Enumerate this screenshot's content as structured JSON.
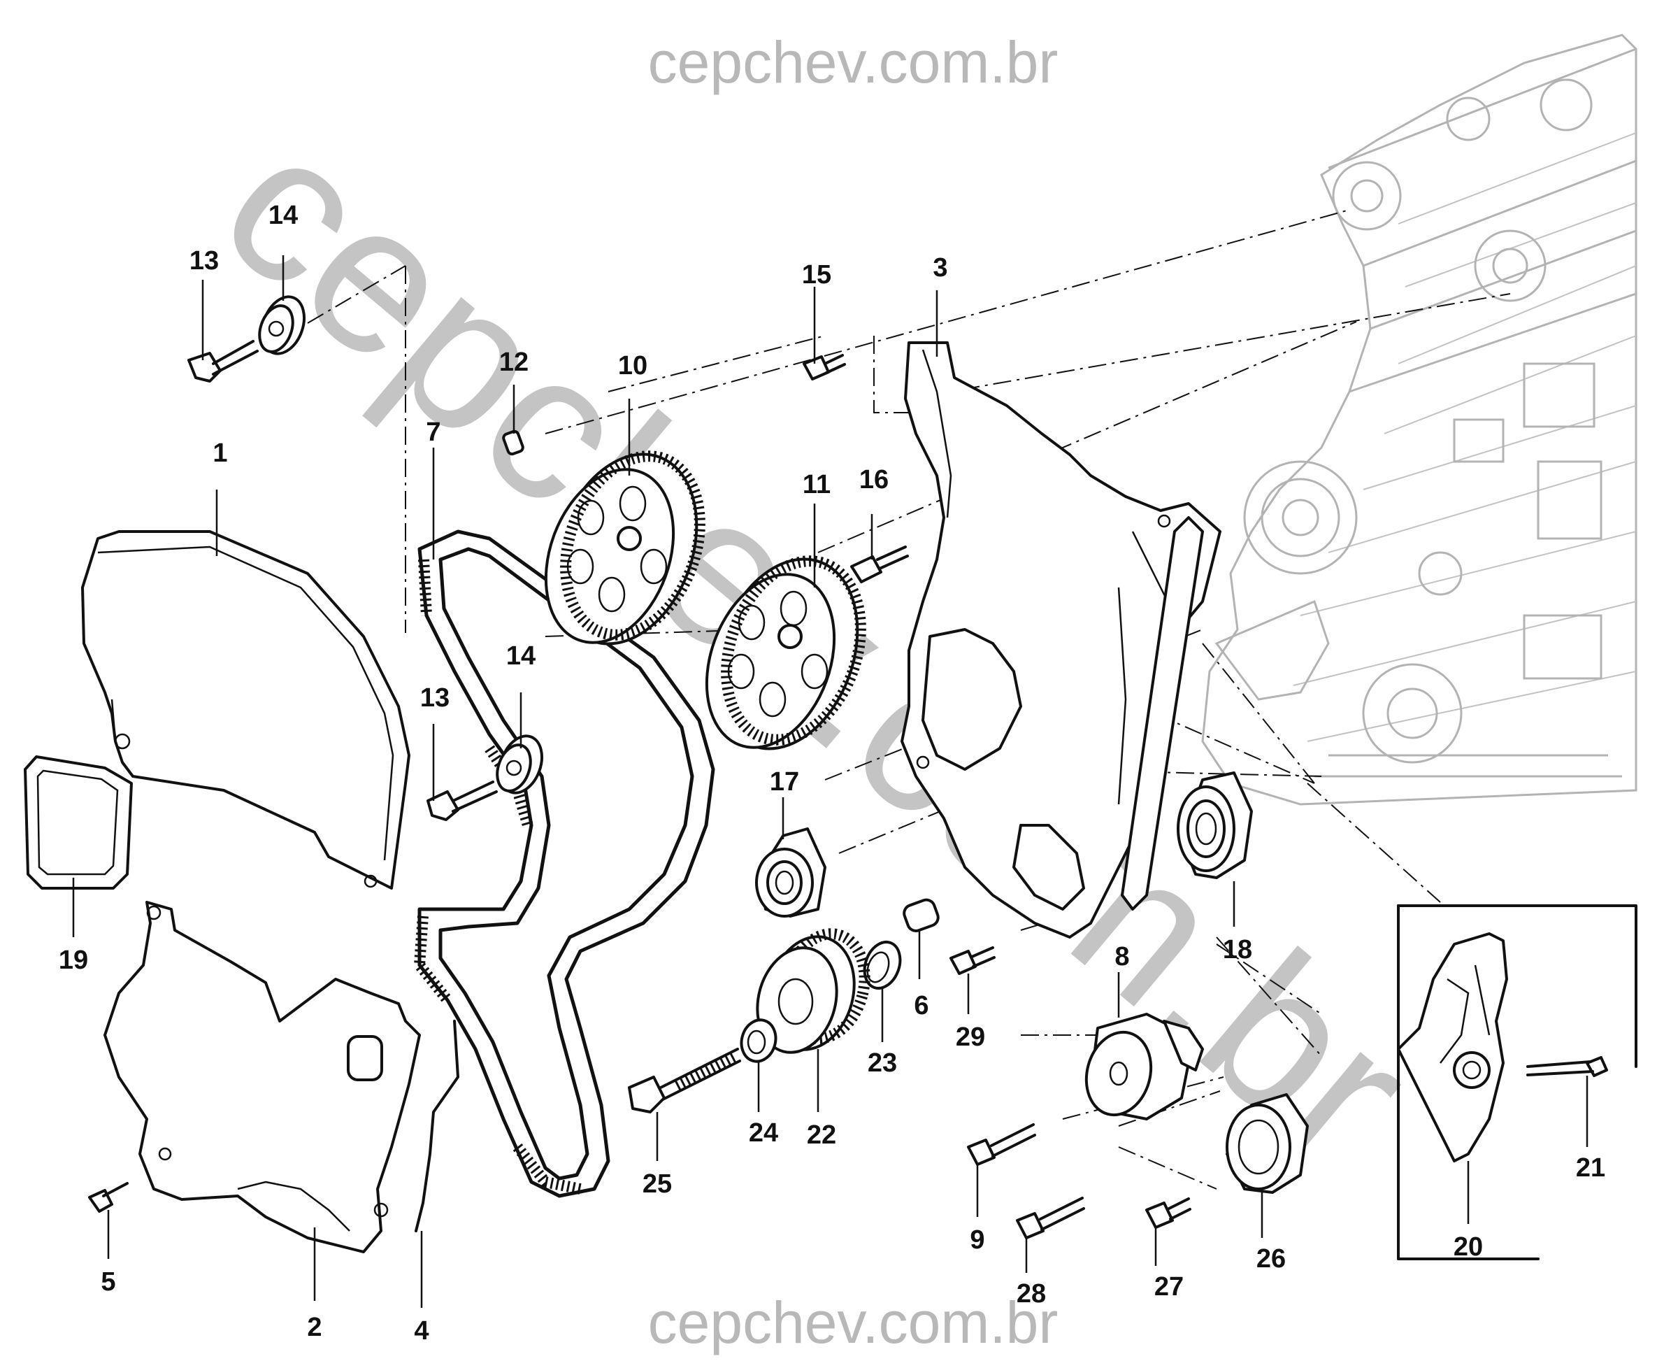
{
  "watermark": {
    "top": "cepchev.com.br",
    "bottom": "cepchev.com.br",
    "diagonal": "cepchev.com.br"
  },
  "callouts": [
    {
      "id": "1",
      "label": "1"
    },
    {
      "id": "2",
      "label": "2"
    },
    {
      "id": "3",
      "label": "3"
    },
    {
      "id": "4",
      "label": "4"
    },
    {
      "id": "5",
      "label": "5"
    },
    {
      "id": "6",
      "label": "6"
    },
    {
      "id": "7",
      "label": "7"
    },
    {
      "id": "8",
      "label": "8"
    },
    {
      "id": "9",
      "label": "9"
    },
    {
      "id": "10",
      "label": "10"
    },
    {
      "id": "11",
      "label": "11"
    },
    {
      "id": "12",
      "label": "12"
    },
    {
      "id": "13a",
      "label": "13"
    },
    {
      "id": "13b",
      "label": "13"
    },
    {
      "id": "14a",
      "label": "14"
    },
    {
      "id": "14b",
      "label": "14"
    },
    {
      "id": "15",
      "label": "15"
    },
    {
      "id": "16",
      "label": "16"
    },
    {
      "id": "17",
      "label": "17"
    },
    {
      "id": "18",
      "label": "18"
    },
    {
      "id": "19",
      "label": "19"
    },
    {
      "id": "20",
      "label": "20"
    },
    {
      "id": "21",
      "label": "21"
    },
    {
      "id": "22",
      "label": "22"
    },
    {
      "id": "23",
      "label": "23"
    },
    {
      "id": "24",
      "label": "24"
    },
    {
      "id": "25",
      "label": "25"
    },
    {
      "id": "26",
      "label": "26"
    },
    {
      "id": "27",
      "label": "27"
    },
    {
      "id": "28",
      "label": "28"
    },
    {
      "id": "29",
      "label": "29"
    }
  ]
}
